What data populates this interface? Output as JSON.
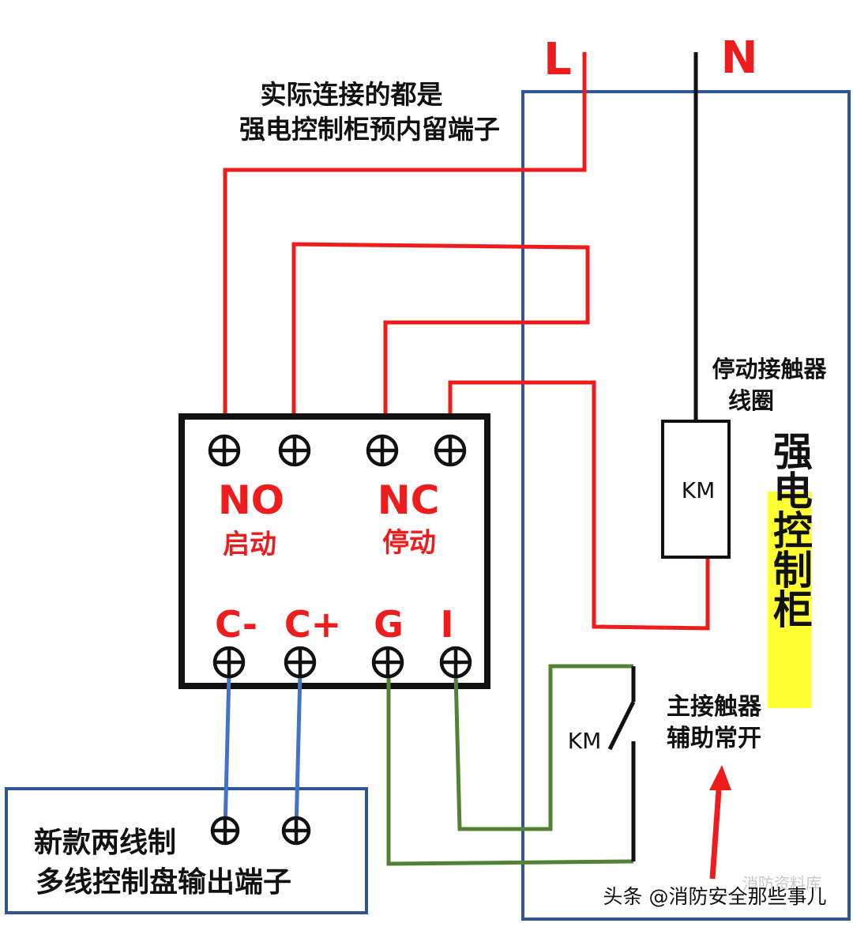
{
  "supply": {
    "line": "L",
    "neutral": "N"
  },
  "note": {
    "line1": "实际连接的都是",
    "line2": "强电控制柜预内留端子"
  },
  "module": {
    "top_groups": [
      {
        "code": "NO",
        "label": "启动"
      },
      {
        "code": "NC",
        "label": "停动"
      }
    ],
    "bottom_terminals": [
      "C-",
      "C+",
      "G",
      "I"
    ]
  },
  "coil": {
    "label": "KM",
    "caption_line1": "停动接触器",
    "caption_line2": "线圈"
  },
  "aux_contact": {
    "label": "KM",
    "caption_line1": "主接触器",
    "caption_line2": "辅助常开"
  },
  "cabinet": {
    "title": "强电控制柜",
    "highlight_color": "#ffff33",
    "border_color": "#2f5597"
  },
  "panel": {
    "line1": "新款两线制",
    "line2": "多线控制盘输出端子",
    "border_color": "#2f5597"
  },
  "watermark": {
    "text": "头条 @消防安全那些事儿",
    "faint": "消防资料库"
  },
  "colors": {
    "red_wire": "#ee1c1c",
    "blue_wire": "#4472c4",
    "green_wire": "#548235",
    "black_wire": "#111111"
  }
}
